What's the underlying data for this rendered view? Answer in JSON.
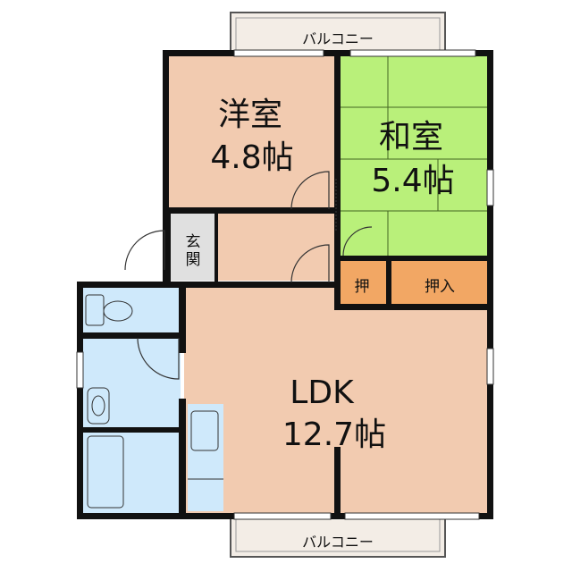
{
  "rooms": {
    "western": {
      "name": "洋室",
      "size": "4.8帖"
    },
    "japanese": {
      "name": "和室",
      "size": "5.4帖"
    },
    "ldk": {
      "name": "LDK",
      "size": "12.7帖"
    },
    "entrance": {
      "name": "玄関"
    },
    "closet": {
      "name": "押"
    },
    "oshiire": {
      "name": "押入"
    }
  },
  "balcony": {
    "top": "バルコニー",
    "bottom": "バルコニー"
  },
  "colors": {
    "room": "#f2cbb0",
    "tatami": "#b9f07a",
    "wet": "#cfe9fb",
    "storage": "#f2a764",
    "entrance": "#e0e0e0",
    "wall": "#111111",
    "balcony": "#f3ede6"
  }
}
